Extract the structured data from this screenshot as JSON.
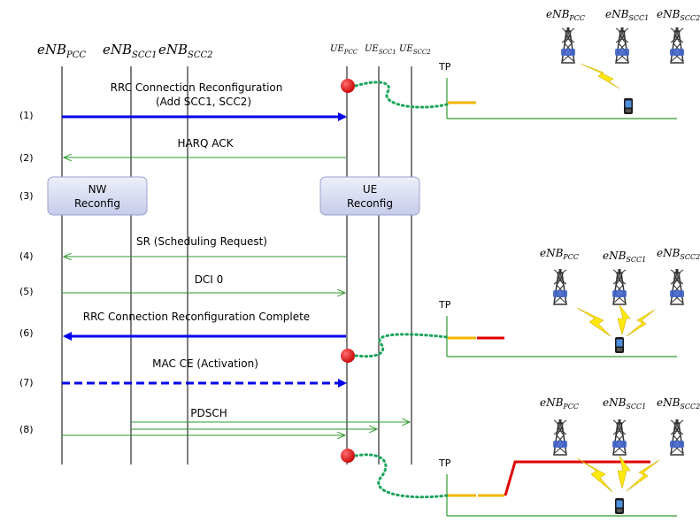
{
  "entities": {
    "enb_pcc": {
      "base": "eNB",
      "sub": "PCC"
    },
    "enb_scc1": {
      "base": "eNB",
      "sub": "SCC1"
    },
    "enb_scc2": {
      "base": "eNB",
      "sub": "SCC2"
    },
    "ue_pcc": {
      "base": "UE",
      "sub": "PCC"
    },
    "ue_scc1": {
      "base": "UE",
      "sub": "SCC1"
    },
    "ue_scc2": {
      "base": "UE",
      "sub": "SCC2"
    }
  },
  "steps": [
    "(1)",
    "(2)",
    "(3)",
    "(4)",
    "(5)",
    "(6)",
    "(7)",
    "(8)"
  ],
  "messages": {
    "m1_line1": "RRC  Connection Reconfiguration",
    "m1_line2": "(Add SCC1, SCC2)",
    "m2": "HARQ  ACK",
    "m4": "SR (Scheduling Request)",
    "m5": "DCI  0",
    "m6": "RRC  Connection  Reconfiguration  Complete",
    "m7": "MAC CE (Activation)",
    "m8": "PDSCH"
  },
  "boxes": {
    "nw": {
      "line1": "NW",
      "line2": "Reconfig"
    },
    "ue": {
      "line1": "UE",
      "line2": "Reconfig"
    }
  },
  "tp_label": "TP",
  "colors": {
    "primary_arrow": "#0000ee",
    "secondary_arrow": "#2e9a2e",
    "box_fill": "#d8dcf2",
    "event_dot": "#e8000a",
    "dotted_link": "#19a55a",
    "tp_level_low": "#f5b400",
    "tp_level_high": "#e00000",
    "lightning": "#ffe80a"
  }
}
